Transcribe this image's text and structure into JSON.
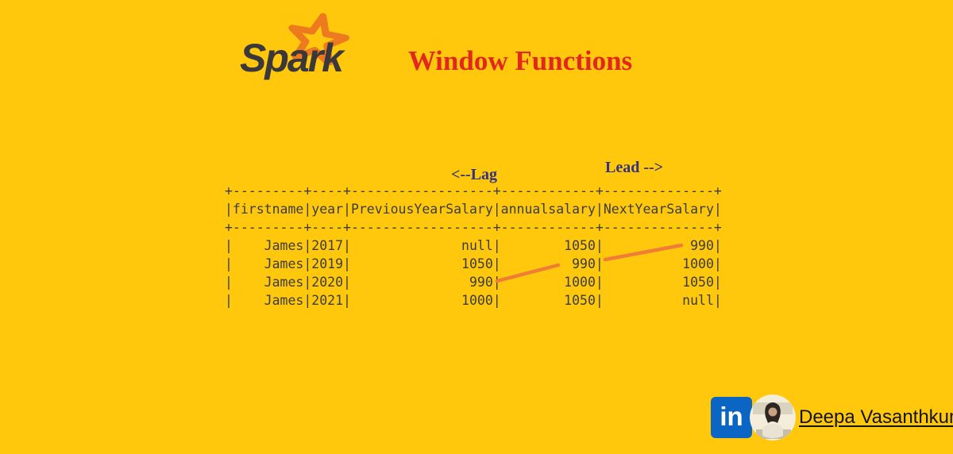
{
  "page": {
    "background_color": "#ffc80d"
  },
  "header": {
    "logo_text": "Spark",
    "title": "Window Functions"
  },
  "annotations": {
    "lag_label": "<--Lag",
    "lead_label": "Lead -->"
  },
  "table": {
    "columns": [
      "firstname",
      "year",
      "PreviousYearSalary",
      "annualsalary",
      "NextYearSalary"
    ],
    "rows": [
      [
        "James",
        "2017",
        "null",
        "1050",
        "990"
      ],
      [
        "James",
        "2019",
        "1050",
        "990",
        "1000"
      ],
      [
        "James",
        "2020",
        "990",
        "1000",
        "1050"
      ],
      [
        "James",
        "2021",
        "1000",
        "1050",
        "null"
      ]
    ]
  },
  "footer": {
    "linkedin_label": "in",
    "author_name": "Deepa Vasanthkumar"
  },
  "colors": {
    "background": "#ffc80d",
    "title_red": "#e2271d",
    "label_navy": "#33337e",
    "table_text": "#3c3c3c",
    "connector_orange": "#ef7d35",
    "star_orange": "#ee7a1f",
    "spark_text": "#3b383c",
    "linkedin_blue": "#0a66c2"
  }
}
